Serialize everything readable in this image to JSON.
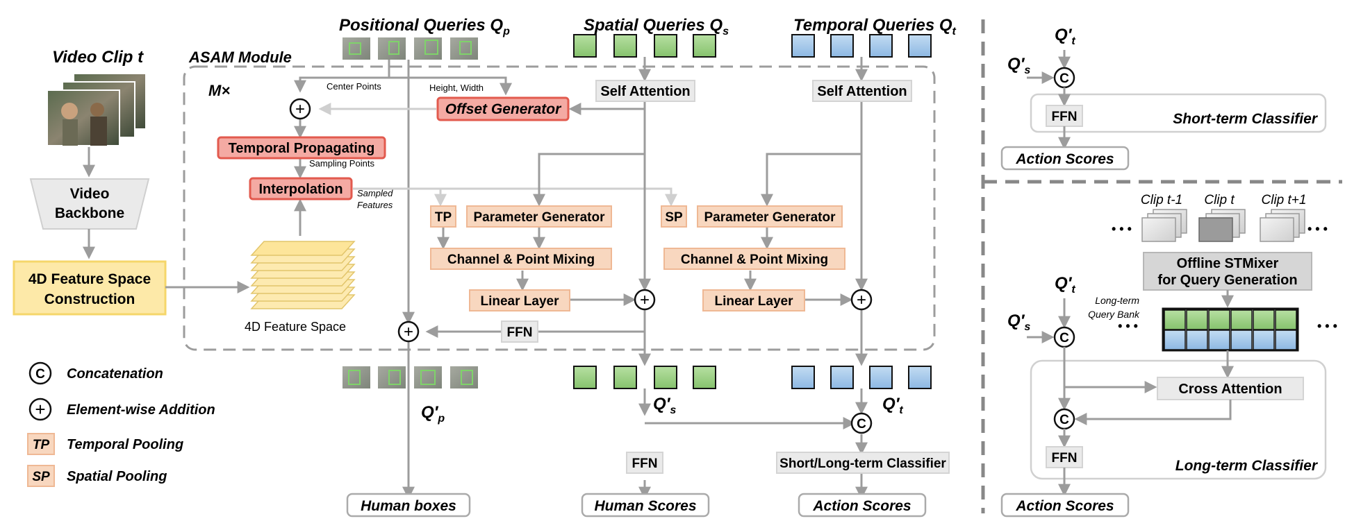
{
  "titles": {
    "positional": "Positional Queries",
    "positional_sym": "Q",
    "positional_sub": "p",
    "spatial": "Spatial Queries",
    "spatial_sym": "Q",
    "spatial_sub": "s",
    "temporal": "Temporal Queries",
    "temporal_sym": "Q",
    "temporal_sub": "t",
    "video_clip": "Video Clip  t",
    "asam": "ASAM Module",
    "repeat": "M×"
  },
  "left": {
    "video_backbone": [
      "Video",
      "Backbone"
    ],
    "feature_space_construction": [
      "4D Feature Space",
      "Construction"
    ],
    "feature_space": "4D Feature Space"
  },
  "asam": {
    "center_points": "Center Points",
    "height_width": "Height, Width",
    "offset_generator": "Offset Generator",
    "temporal_propagating": "Temporal Propagating",
    "sampling_points": "Sampling Points",
    "interpolation": "Interpolation",
    "sampled_features": [
      "Sampled",
      "Features"
    ],
    "self_attention": "Self Attention",
    "tp": "TP",
    "sp": "SP",
    "parameter_generator": "Parameter Generator",
    "channel_point_mixing": "Channel & Point Mixing",
    "linear_layer": "Linear Layer",
    "ffn": "FFN"
  },
  "outputs": {
    "qp_prime": "Q′",
    "qp_sub": "p",
    "qs_prime": "Q′",
    "qs_sub": "s",
    "qt_prime": "Q′",
    "qt_sub": "t",
    "ffn": "FFN",
    "classifier": "Short/Long-term Classifier",
    "human_boxes": "Human boxes",
    "human_scores": "Human Scores",
    "action_scores": "Action Scores"
  },
  "legend": [
    {
      "symbol": "C",
      "label": "Concatenation"
    },
    {
      "symbol": "+",
      "label": "Element-wise Addition"
    },
    {
      "symbol": "TP",
      "label": "Temporal Pooling"
    },
    {
      "symbol": "SP",
      "label": "Spatial Pooling"
    }
  ],
  "short_term": {
    "qt": "Q′",
    "qt_sub": "t",
    "qs": "Q′",
    "qs_sub": "s",
    "concat": "C",
    "ffn": "FFN",
    "title": "Short-term Classifier",
    "scores": "Action Scores"
  },
  "long_term": {
    "clips": [
      "Clip t-1",
      "Clip t",
      "Clip t+1"
    ],
    "ellipsis": "• • •",
    "offline": [
      "Offline STMixer",
      "for Query Generation"
    ],
    "bank_label": [
      "Long-term",
      "Query Bank"
    ],
    "qt": "Q′",
    "qt_sub": "t",
    "qs": "Q′",
    "qs_sub": "s",
    "concat": "C",
    "cross_attention": "Cross Attention",
    "ffn": "FFN",
    "title": "Long-term Classifier",
    "scores": "Action Scores"
  },
  "colors": {
    "pink_fill": "#f4aaa3",
    "pink_stroke": "#e25a4e",
    "peach_fill": "#f8d7bf",
    "peach_stroke": "#efb894",
    "yellow_fill": "#fde9a8",
    "yellow_stroke": "#f5d66a",
    "grey_fill": "#eaeaea",
    "grey_stroke": "#c8c8c8",
    "line": "#9c9c9c",
    "green": "#a8d793",
    "blue": "#a9cbe9"
  }
}
